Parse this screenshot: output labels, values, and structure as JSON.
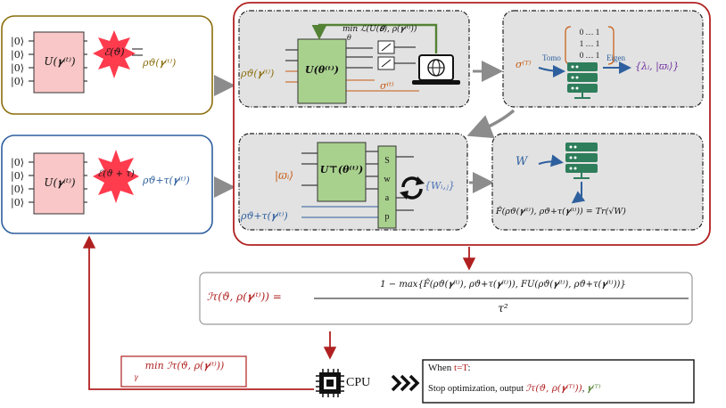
{
  "colors": {
    "olive": "#8a6d0b",
    "blue": "#2e5f9e",
    "red": "#b02020",
    "pink": "#f9c7c7",
    "burst": "#ff3b4e",
    "green": "#a9d18e",
    "green_dark": "#548235",
    "gray_bg": "#e2e2e2",
    "server": "#2e7d5b",
    "orange": "#c55a11",
    "purple": "#7030a0"
  },
  "icons": [
    "burst-icon",
    "laptop-globe-icon",
    "server-icon",
    "measure-icon",
    "swap-cycle-icon",
    "cpu-icon",
    "chevrons-icon"
  ],
  "top_left": {
    "kets": [
      "|0⟩",
      "|0⟩",
      "|0⟩",
      "|0⟩"
    ],
    "unitary": "U(𝜸⁽ᵗ⁾)",
    "channel": "ℰ(ϑ)",
    "output": "ρϑ(𝜸⁽ᵗ⁾)"
  },
  "bottom_left": {
    "kets": [
      "|0⟩",
      "|0⟩",
      "|0⟩",
      "|0⟩"
    ],
    "unitary": "U(𝜸⁽ᵗ⁾)",
    "channel": "ℰ(ϑ + τ)",
    "output": "ρϑ+τ(𝜸⁽ᵗ⁾)"
  },
  "panel_a": {
    "input": "ρϑ(𝜸⁽ᵗ⁾)",
    "unitary": "U(𝜽⁽ᵗ⁾)",
    "objective": "min ℒ(U(𝜽), ρ(𝜸⁽ᵗ⁾))",
    "objective_sub": "θ",
    "sigma": "σ⁽ᵗ⁾"
  },
  "panel_b": {
    "sigma": "σ⁽ᵀ⁾",
    "tomo": "Tomo",
    "matrix_rows": [
      "0 … 1",
      "1 … 1",
      "0 … 1"
    ],
    "eigen": "Eigen",
    "result": "{λᵢ, |ϖᵢ⟩}"
  },
  "panel_c": {
    "varpi": "|ϖᵢ⟩",
    "unitary": "U⊤(𝜽⁽ᵗ⁾)",
    "swap_letters": [
      "S",
      "w",
      "a",
      "p"
    ],
    "input": "ρϑ+τ(𝜸⁽ᵗ⁾)",
    "result": "{Wᵢ,ⱼ}"
  },
  "panel_d": {
    "w": "W",
    "fidelity": "F̂(ρϑ(𝜸⁽ᵗ⁾), ρϑ+τ(𝜸⁽ᵗ⁾)) = Tr(√W)"
  },
  "formula": {
    "lhs": "ℐτ(ϑ, ρ(𝜸⁽ᵗ⁾)) =",
    "numerator": "1 − max{F̂(ρϑ(𝜸⁽ᵗ⁾), ρϑ+τ(𝜸⁽ᵗ⁾)), FU(ρϑ(𝜸⁽ᵗ⁾), ρϑ+τ(𝜸⁽ᵗ⁾))}",
    "denominator": "τ²"
  },
  "optimize": {
    "label": "min ℐτ(ϑ, ρ(𝜸⁽ᵗ⁾))",
    "sub": "γ"
  },
  "cpu": {
    "label": "CPU"
  },
  "final": {
    "line1_prefix": "When ",
    "line1_cond": "t=T",
    "line1_suffix": ":",
    "line2": "Stop optimization, output ",
    "line2_i": "ℐτ(ϑ, ρ(𝜸⁽ᵀ⁾))",
    "line2_sep": ", ",
    "line2_gamma": "𝜸⁽ᵀ⁾"
  }
}
